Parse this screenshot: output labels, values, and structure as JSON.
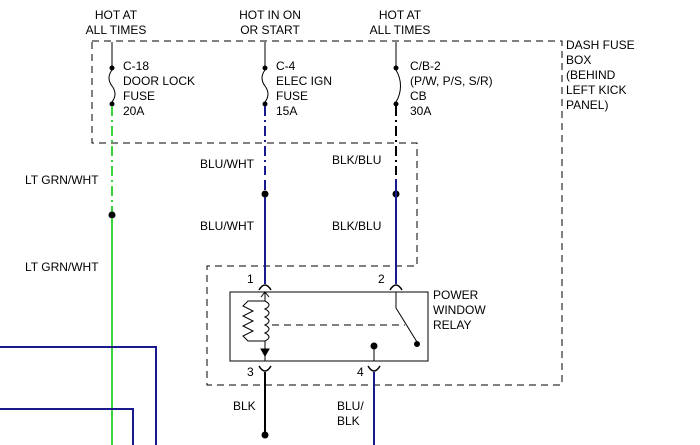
{
  "header": {
    "col1": [
      "HOT AT",
      "ALL TIMES"
    ],
    "col2": [
      "HOT IN ON",
      "OR START"
    ],
    "col3": [
      "HOT AT",
      "ALL TIMES"
    ]
  },
  "fuse_box": {
    "label": [
      "DASH FUSE",
      "BOX",
      "(BEHIND",
      "LEFT KICK",
      "PANEL)"
    ]
  },
  "fuses": [
    {
      "lines": [
        "C-18",
        "DOOR LOCK",
        "FUSE",
        "20A"
      ]
    },
    {
      "lines": [
        "C-4",
        "ELEC IGN",
        "FUSE",
        "15A"
      ]
    },
    {
      "lines": [
        "C/B-2",
        "(P/W, P/S, S/R)",
        "CB",
        "30A"
      ]
    }
  ],
  "wires": {
    "ltgrn1": "LT GRN/WHT",
    "ltgrn2": "LT GRN/WHT",
    "bluwht1": "BLU/WHT",
    "bluwht2": "BLU/WHT",
    "blkblu1": "BLK/BLU",
    "blkblu2": "BLK/BLU",
    "blk": "BLK",
    "blublk": [
      "BLU/",
      "BLK"
    ]
  },
  "relay": {
    "label": [
      "POWER",
      "WINDOW",
      "RELAY"
    ],
    "pins": [
      "1",
      "2",
      "3",
      "4"
    ]
  },
  "colors": {
    "green_wire": "#3cd43c",
    "blue_wire": "#1a1a8c",
    "line": "#000000"
  }
}
